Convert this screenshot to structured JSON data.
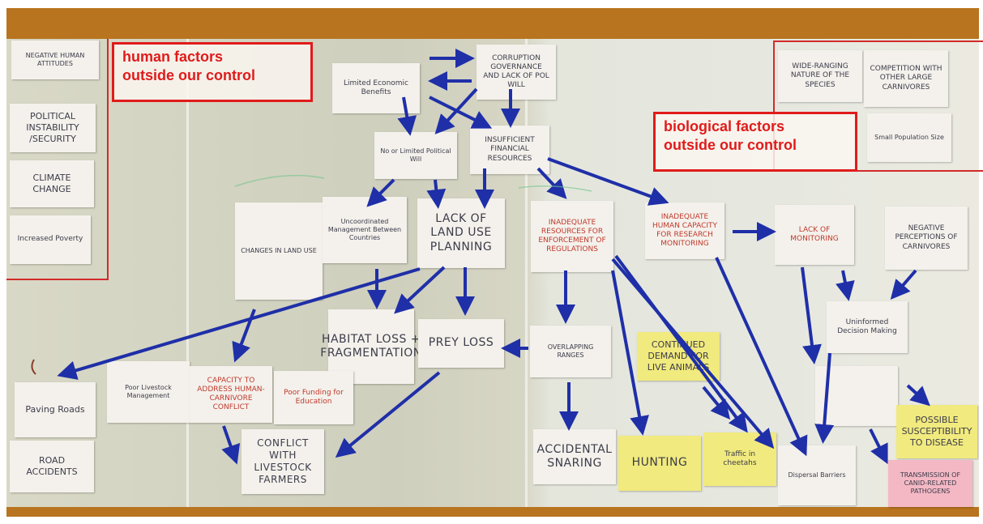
{
  "labels": {
    "human_factors": [
      "human factors",
      "outside our control"
    ],
    "biological_factors": [
      "biological factors",
      "outside our control"
    ]
  },
  "colors": {
    "arrow": "#1f2fa8",
    "label_red": "#e01b1b",
    "frame": "#b8741f"
  },
  "cards": {
    "negative_attitudes": "NEGATIVE HUMAN ATTITUDES",
    "political": "POLITICAL INSTABILITY /SECURITY",
    "climate": "CLIMATE CHANGE",
    "poverty": "Increased Poverty",
    "limited_benefits": "Limited Economic Benefits",
    "corruption": "CORRUPTION GOVERNANCE AND LACK OF POL WILL",
    "limited_political": "No or Limited Political Will",
    "insufficient": "INSUFFICIENT FINANCIAL RESOURCES",
    "uncoordinated": "Uncoordinated Management Between Countries",
    "lack_land": "LACK OF LAND USE PLANNING",
    "changes_land": "CHANGES IN LAND USE",
    "inadequate_resources": "INADEQUATE RESOURCES FOR ENFORCEMENT OF REGULATIONS",
    "inadequate_human": "INADEQUATE HUMAN CAPACITY FOR RESEARCH MONITORING",
    "lack_monitoring": "LACK OF MONITORING",
    "negative_perceptions": "NEGATIVE PERCEPTIONS OF CARNIVORES",
    "wide_ranging": "WIDE-RANGING NATURE OF THE SPECIES",
    "competition": "COMPETITION WITH OTHER LARGE CARNIVORES",
    "small_pop": "Small Population Size",
    "habitat": "HABITAT LOSS + FRAGMENTATION",
    "prey": "PREY LOSS",
    "overlapping": "OVERLAPPING RANGES",
    "continued_demand": "CONTINUED DEMAND FOR LIVE ANIMALS",
    "uninformed": "Uninformed Decision Making",
    "roads": "Paving Roads",
    "road_accidents": "ROAD ACCIDENTS",
    "poor_livestock": "Poor Livestock Management",
    "capacity": "CAPACITY TO ADDRESS HUMAN-CARNIVORE CONFLICT",
    "limited_edu": "Poor Funding for Education",
    "conflict": "CONFLICT WITH LIVESTOCK FARMERS",
    "accidental": "ACCIDENTAL SNARING",
    "hunting": "HUNTING",
    "traffic": "Traffic in cheetahs",
    "disease": "POSSIBLE SUSCEPTIBILITY TO DISEASE",
    "transmission": "TRANSMISSION OF CANID-RELATED PATHOGENS",
    "dispersal": "Dispersal Barriers"
  }
}
